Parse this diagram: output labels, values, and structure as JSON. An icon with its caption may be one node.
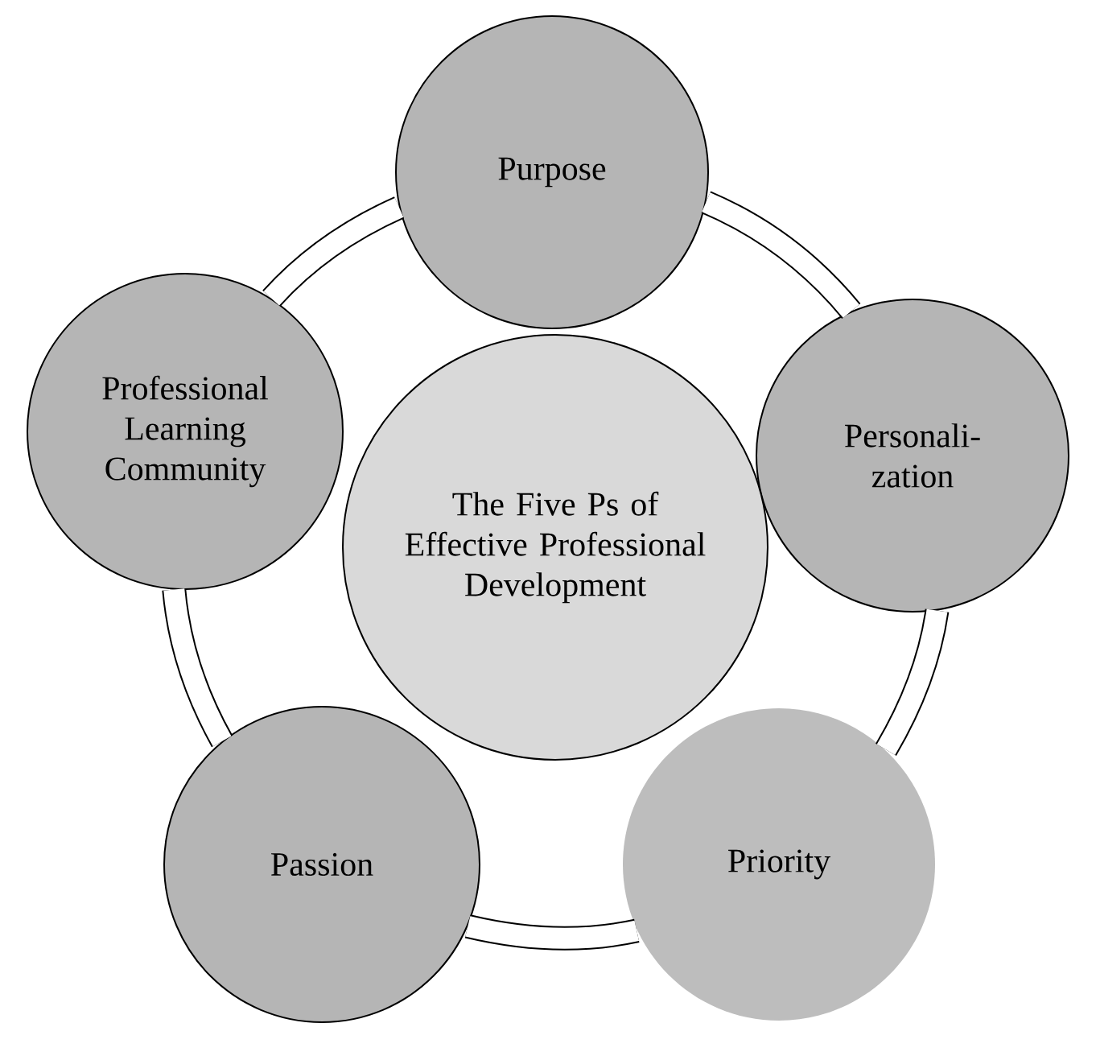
{
  "diagram": {
    "nodes": [
      {
        "text": [
          "Purpose"
        ]
      },
      {
        "text": [
          "Professional Learning Community"
        ]
      },
      {
        "text": [
          "Personali- zation"
        ]
      },
      {
        "text": [
          "The Five Ps of Effective Professional Development"
        ]
      },
      {
        "text": [
          "Passion"
        ]
      },
      {
        "text": [
          "Priority"
        ]
      }
    ],
    "edges": [
      {
        "from": 0,
        "to": 2,
        "arrow": "none"
      },
      {
        "from": 2,
        "to": 5,
        "arrow": "none"
      },
      {
        "from": 5,
        "to": 4,
        "arrow": "none"
      },
      {
        "from": 4,
        "to": 1,
        "arrow": "none"
      },
      {
        "from": 1,
        "to": 0,
        "arrow": "none"
      }
    ]
  }
}
